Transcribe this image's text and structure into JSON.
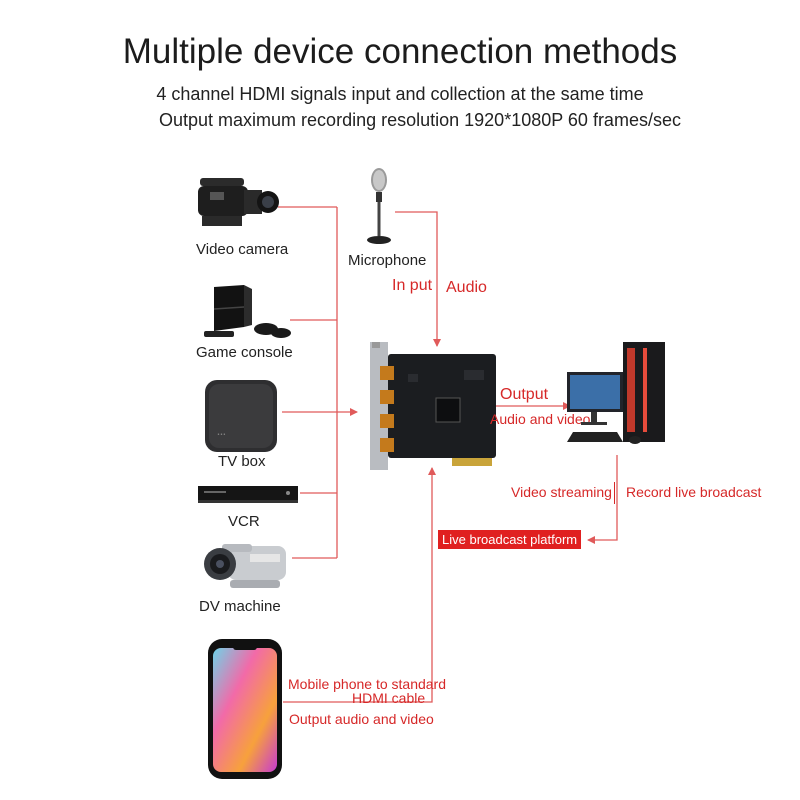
{
  "header": {
    "title": "Multiple device connection methods",
    "subtitle_1": "4 channel HDMI signals input and collection at the same time",
    "subtitle_2": "Output maximum recording resolution 1920*1080P 60 frames/sec"
  },
  "devices": {
    "video_camera": "Video camera",
    "game_console": "Game console",
    "tv_box": "TV box",
    "vcr": "VCR",
    "dv_machine": "DV machine",
    "microphone": "Microphone"
  },
  "annotations": {
    "input": "In put",
    "audio": "Audio",
    "output": "Output",
    "audio_and_video": "Audio and video",
    "video_streaming": "Video streaming",
    "record_live_broadcast": "Record live broadcast",
    "live_broadcast_platform": "Live broadcast platform",
    "phone_cable_line1": "Mobile phone to standard",
    "phone_cable_line2": "HDMI cable",
    "output_audio_video": "Output audio and video"
  },
  "colors": {
    "connector_line": "#e05a5a",
    "label_red": "#d62828",
    "badge_bg": "#e02020"
  }
}
